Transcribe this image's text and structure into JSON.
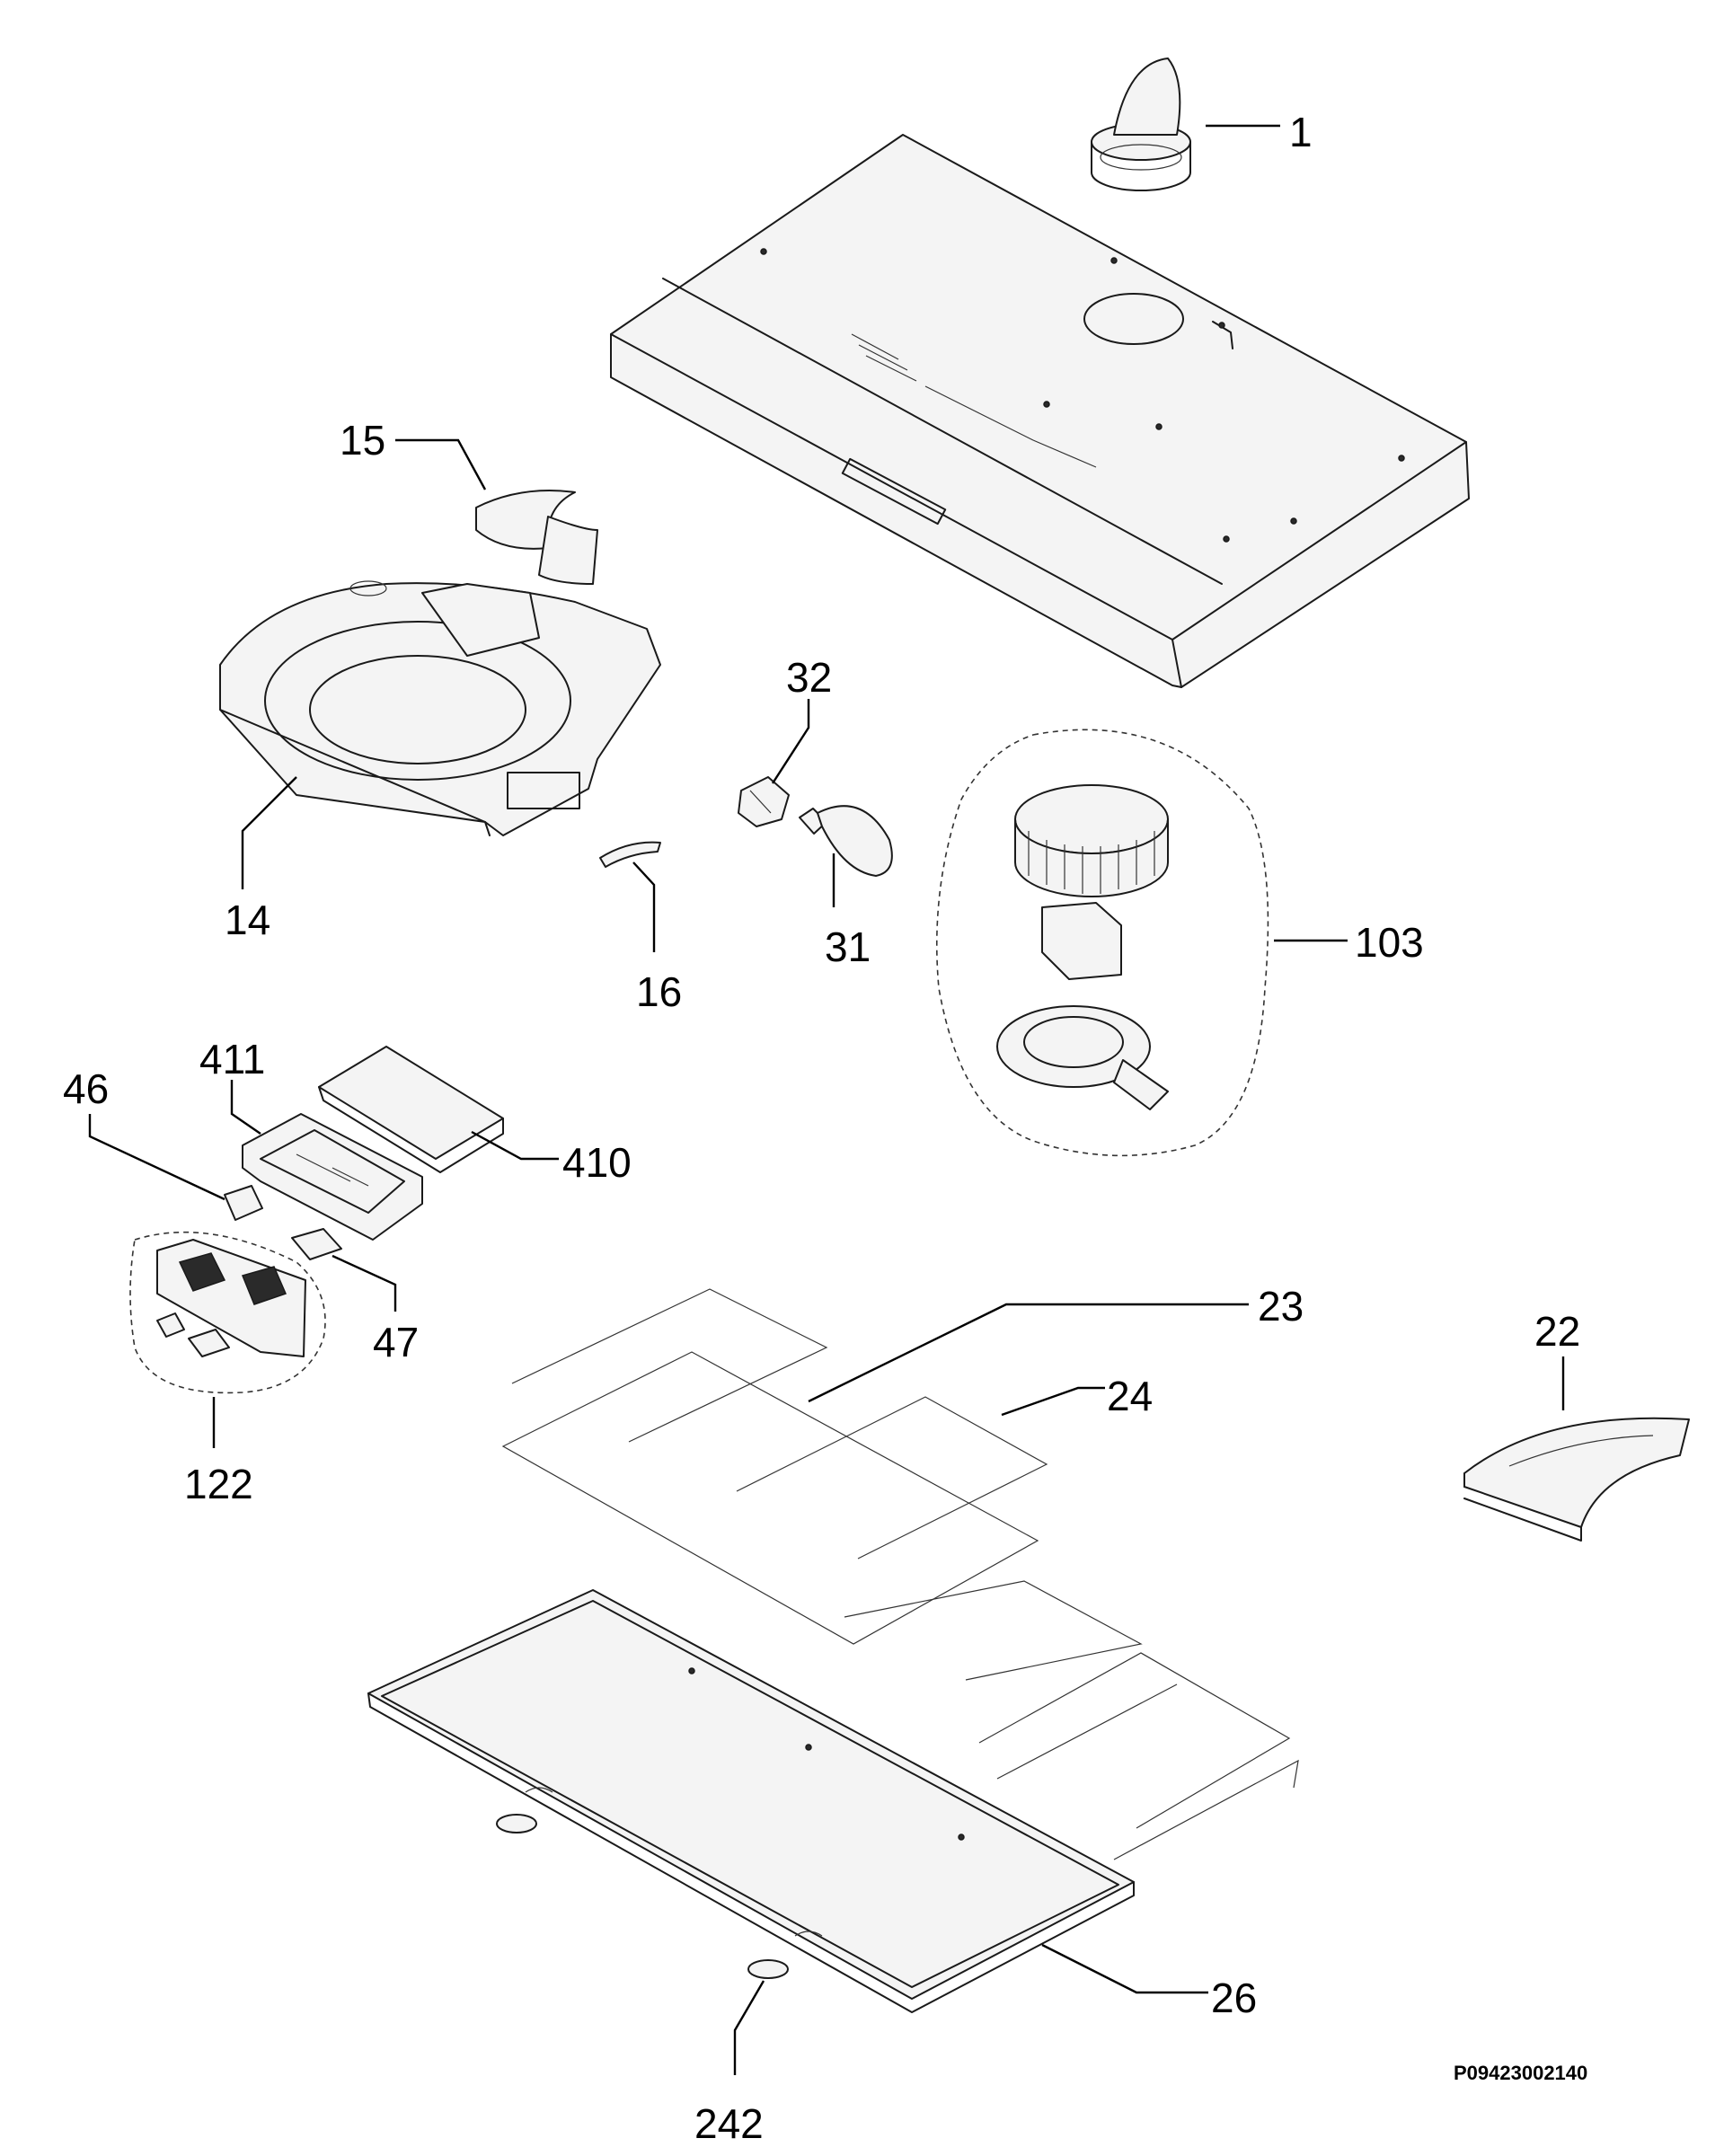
{
  "callouts": {
    "c1": "1",
    "c15": "15",
    "c14": "14",
    "c32": "32",
    "c31": "31",
    "c16": "16",
    "c103": "103",
    "c411": "411",
    "c46": "46",
    "c410": "410",
    "c47": "47",
    "c122": "122",
    "c23": "23",
    "c22": "22",
    "c24": "24",
    "c26": "26",
    "c242": "242"
  },
  "document_code": "P09423002140"
}
